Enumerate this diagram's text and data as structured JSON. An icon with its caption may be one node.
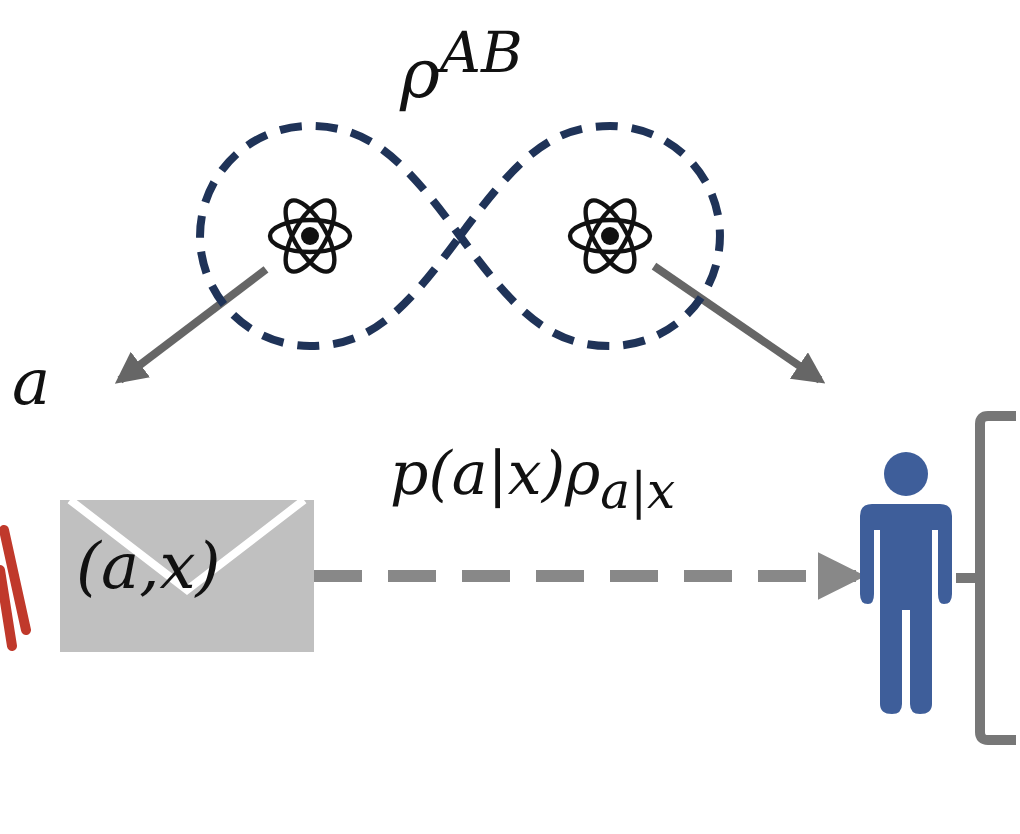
{
  "diagram": {
    "nodes": [
      {
        "text": [
          "ρ$^{AB}$"
        ]
      },
      {
        "text": [],
        "shape": "picture",
        "in": 0
      },
      {
        "text": [],
        "shape": "picture",
        "in": 0
      },
      {
        "text": [],
        "shape": "person"
      },
      {
        "text": [
          "(a,x)"
        ]
      },
      {
        "text": [],
        "shape": "person"
      }
    ],
    "edges": [
      {
        "from": 1,
        "to": null,
        "arrow": "to"
      },
      {
        "from": 2,
        "to": null,
        "arrow": "to"
      },
      {
        "from": 4,
        "to": 5,
        "arrow": "to",
        "label": "p(a|x)ρ$_{a|x}$",
        "style": "dashed"
      }
    ],
    "labels": [
      "a"
    ]
  }
}
